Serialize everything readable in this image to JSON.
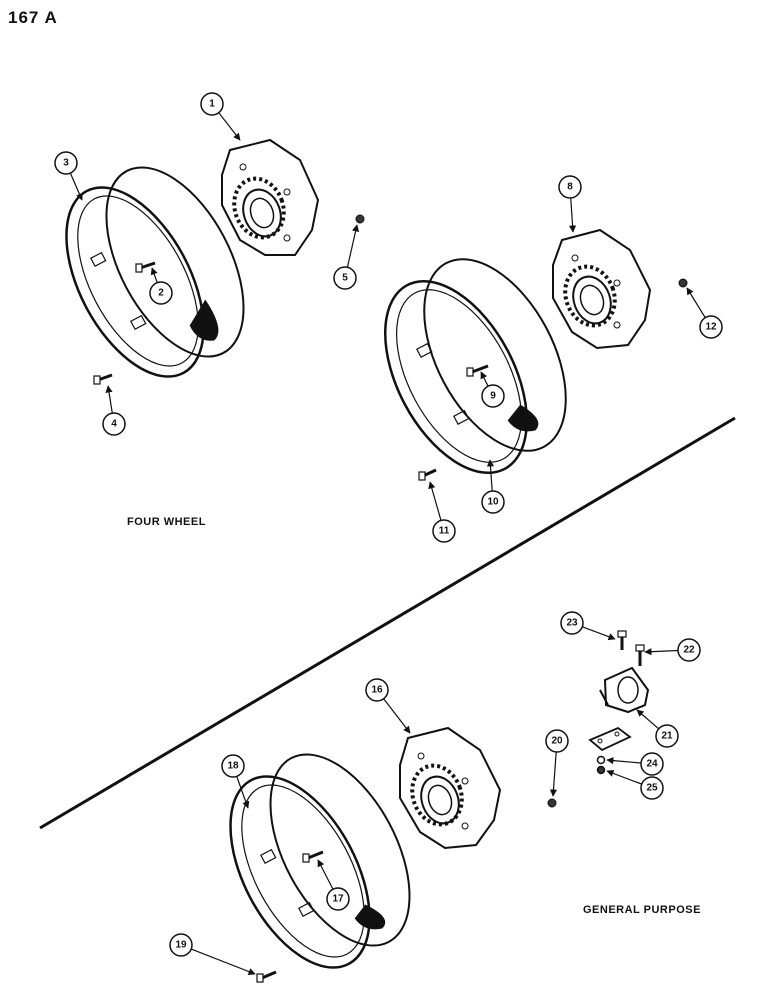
{
  "page_title": "167 A",
  "section_labels": {
    "four_wheel": "FOUR WHEEL",
    "general_purpose": "GENERAL PURPOSE"
  },
  "callouts": [
    "1",
    "2",
    "3",
    "4",
    "5",
    "8",
    "9",
    "10",
    "11",
    "12",
    "16",
    "17",
    "18",
    "19",
    "20",
    "21",
    "22",
    "23",
    "24",
    "25"
  ]
}
